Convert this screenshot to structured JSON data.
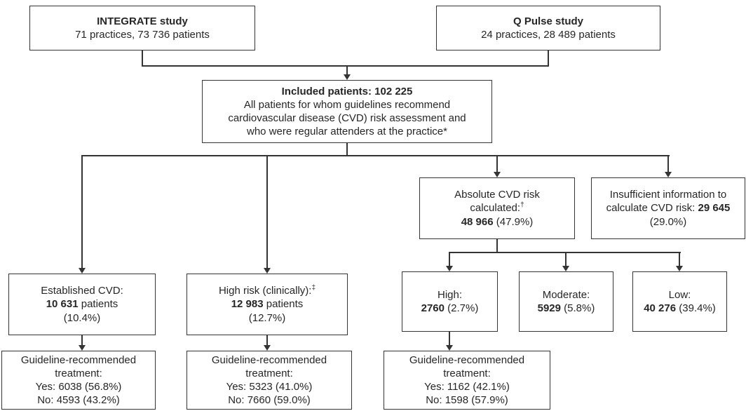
{
  "figure": {
    "type": "flowchart",
    "background_color": "#ffffff",
    "line_color": "#343434",
    "text_color": "#262626"
  },
  "nodes": {
    "integrate": {
      "title": "INTEGRATE study",
      "subtitle": "71 practices, 73 736 patients"
    },
    "qpulse": {
      "title": "Q Pulse study",
      "subtitle": "24 practices, 28 489 patients"
    },
    "included": {
      "title": "Included patients: 102 225",
      "body": "All patients for whom guidelines recommend cardiovascular disease (CVD) risk assessment and who were regular attenders at the practice*"
    },
    "absolute_risk": {
      "line1": "Absolute CVD risk",
      "line2": "calculated:",
      "sup": "†",
      "value": "48 966",
      "pct": " (47.9%)"
    },
    "insufficient": {
      "line1": "Insufficient information to",
      "line2": "calculate CVD risk: ",
      "value": "29 645",
      "pct": "(29.0%)"
    },
    "established": {
      "title": "Established CVD:",
      "value": "10 631",
      "suffix": " patients",
      "pct": "(10.4%)"
    },
    "high_risk_clinical": {
      "title": "High risk (clinically):",
      "sup": "‡",
      "value": "12 983",
      "suffix": " patients",
      "pct": "(12.7%)"
    },
    "risk_high": {
      "title": "High:",
      "value": "2760",
      "pct": " (2.7%)"
    },
    "risk_moderate": {
      "title": "Moderate:",
      "value": "5929",
      "pct": " (5.8%)"
    },
    "risk_low": {
      "title": "Low:",
      "value": "40 276",
      "pct": " (39.4%)"
    },
    "treatment_established": {
      "title": "Guideline-recommended treatment:",
      "yes": "Yes: 6038 (56.8%)",
      "no": "No: 4593 (43.2%)"
    },
    "treatment_high_clinical": {
      "title": "Guideline-recommended treatment:",
      "yes": "Yes: 5323 (41.0%)",
      "no": "No: 7660 (59.0%)"
    },
    "treatment_risk_high": {
      "title": "Guideline-recommended treatment:",
      "yes": "Yes: 1162 (42.1%)",
      "no": "No: 1598 (57.9%)"
    }
  }
}
